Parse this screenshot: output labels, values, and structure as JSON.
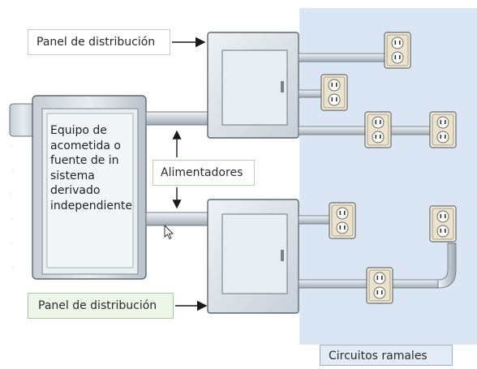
{
  "labels": {
    "panel_top": "Panel de distribución",
    "panel_bottom": "Panel de distribución",
    "feeders": "Alimentadores",
    "branch_circuits": "Circuitos ramales",
    "service_equipment_lines": [
      "Equipo de",
      "acometida o",
      "fuente de in",
      "sistema",
      "derivado",
      "independiente"
    ]
  },
  "colors": {
    "branch_area": "#dbe6f5",
    "equipment_fill": "#dfe5ea",
    "equipment_stroke": "#66707a",
    "conduit": "#cdd4da",
    "label_highlight_green": "#eef6ea",
    "receptacle_face": "#f3ecdd"
  }
}
